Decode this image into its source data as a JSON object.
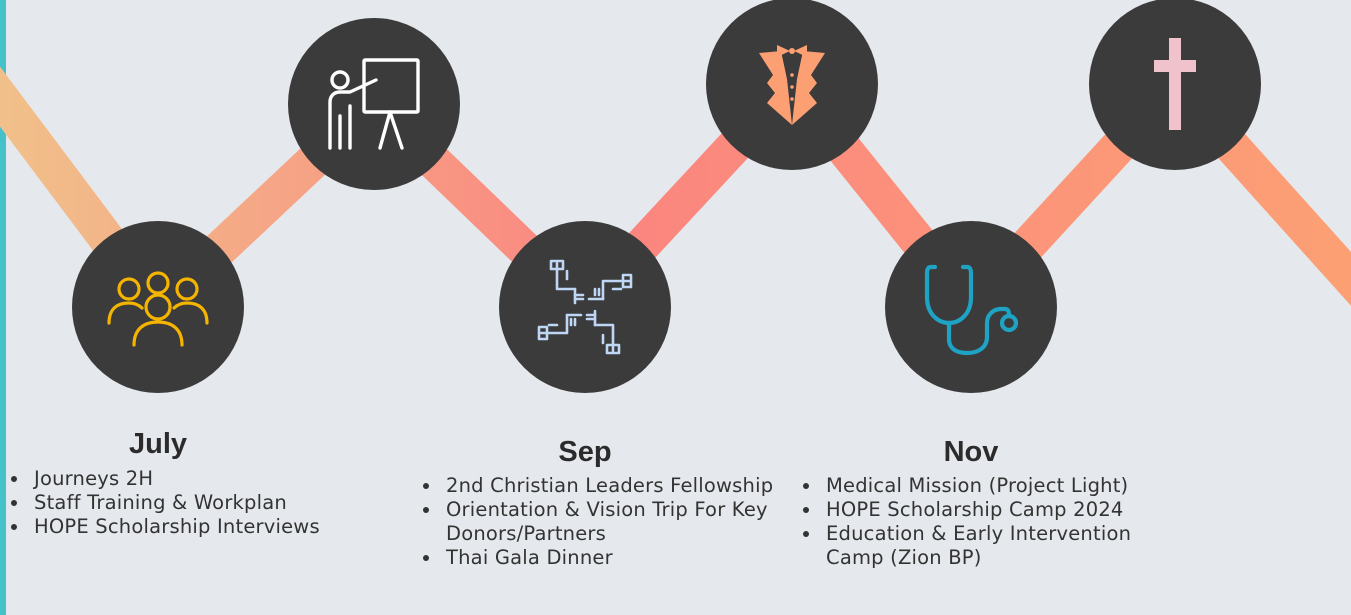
{
  "colors": {
    "background": "#e5e8ec",
    "accent_bar": "#45c1c9",
    "circle": "#3b3b3b",
    "path_start": "#f1c08a",
    "path_mid": "#fb8580",
    "path_end": "#fca074",
    "icon_people": "#f5b400",
    "icon_presenter": "#ffffff",
    "icon_tuxedo": "#fca074",
    "icon_hands": "#bfd6f5",
    "icon_stethoscope": "#1ea3c4",
    "icon_cross": "#f0c2cc"
  },
  "milestones": [
    {
      "icon": "people-group-icon",
      "month": "July",
      "events": [
        "Journeys 2H",
        "Staff Training & Workplan",
        "HOPE Scholarship Interviews"
      ]
    },
    {
      "icon": "presenter-board-icon"
    },
    {
      "icon": "joined-hands-icon",
      "month": "Sep",
      "events": [
        "2nd Christian Leaders Fellowship",
        "Orientation & Vision Trip For Key Donors/Partners",
        "Thai Gala Dinner"
      ]
    },
    {
      "icon": "tuxedo-icon"
    },
    {
      "icon": "stethoscope-icon",
      "month": "Nov",
      "events": [
        "Medical Mission (Project Light)",
        "HOPE Scholarship Camp 2024",
        "Education & Early Intervention Camp (Zion BP)"
      ]
    },
    {
      "icon": "cross-icon"
    }
  ]
}
